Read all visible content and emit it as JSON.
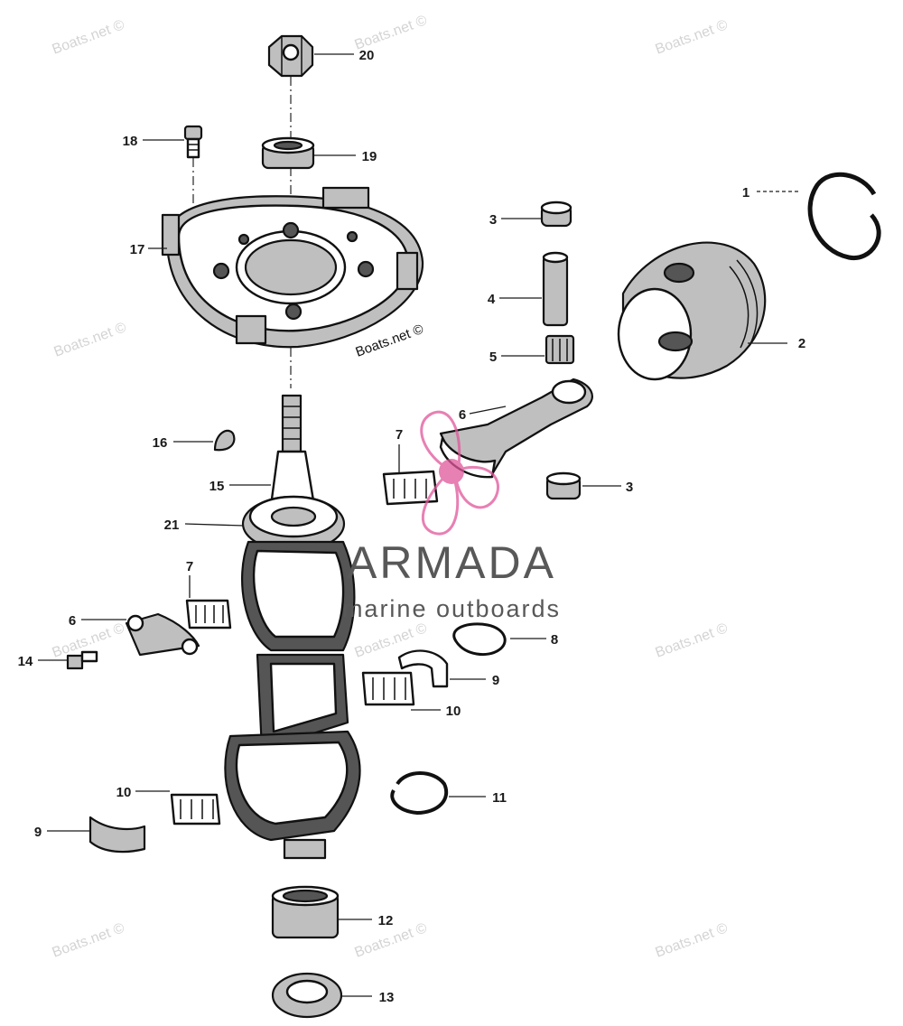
{
  "watermark": {
    "text": "Boats.net ©"
  },
  "logo": {
    "brand": "ARMADA",
    "tagline": "marine outboards",
    "colors": {
      "propeller": "#e0569a",
      "text": "#5a5a5a"
    }
  },
  "callouts": [
    {
      "id": "1",
      "label": "1"
    },
    {
      "id": "2",
      "label": "2"
    },
    {
      "id": "3a",
      "label": "3"
    },
    {
      "id": "3b",
      "label": "3"
    },
    {
      "id": "4",
      "label": "4"
    },
    {
      "id": "5",
      "label": "5"
    },
    {
      "id": "6a",
      "label": "6"
    },
    {
      "id": "6b",
      "label": "6"
    },
    {
      "id": "7a",
      "label": "7"
    },
    {
      "id": "7b",
      "label": "7"
    },
    {
      "id": "8",
      "label": "8"
    },
    {
      "id": "9a",
      "label": "9"
    },
    {
      "id": "9b",
      "label": "9"
    },
    {
      "id": "10a",
      "label": "10"
    },
    {
      "id": "10b",
      "label": "10"
    },
    {
      "id": "11",
      "label": "11"
    },
    {
      "id": "12",
      "label": "12"
    },
    {
      "id": "13",
      "label": "13"
    },
    {
      "id": "14",
      "label": "14"
    },
    {
      "id": "15",
      "label": "15"
    },
    {
      "id": "16",
      "label": "16"
    },
    {
      "id": "17",
      "label": "17"
    },
    {
      "id": "18",
      "label": "18"
    },
    {
      "id": "19",
      "label": "19"
    },
    {
      "id": "20",
      "label": "20"
    },
    {
      "id": "21",
      "label": "21"
    }
  ],
  "parts": [
    {
      "id": "piston-ring",
      "callout": "1",
      "icon": "ring-icon"
    },
    {
      "id": "piston",
      "callout": "2",
      "icon": "piston-icon"
    },
    {
      "id": "piston-pin-retainer",
      "callout": "3",
      "icon": "cup-icon"
    },
    {
      "id": "piston-pin",
      "callout": "4",
      "icon": "pin-icon"
    },
    {
      "id": "needle-bearing",
      "callout": "5",
      "icon": "bearing-icon"
    },
    {
      "id": "connecting-rod",
      "callout": "6",
      "icon": "rod-icon"
    },
    {
      "id": "rod-bearing-cage",
      "callout": "7",
      "icon": "bearing-icon"
    },
    {
      "id": "retaining-ring",
      "callout": "8",
      "icon": "ring-icon"
    },
    {
      "id": "bearing-race",
      "callout": "9",
      "icon": "race-icon"
    },
    {
      "id": "roller-bearing",
      "callout": "10",
      "icon": "bearing-icon"
    },
    {
      "id": "snap-ring",
      "callout": "11",
      "icon": "ring-icon"
    },
    {
      "id": "lower-bearing",
      "callout": "12",
      "icon": "bearing-icon"
    },
    {
      "id": "oil-seal",
      "callout": "13",
      "icon": "seal-icon"
    },
    {
      "id": "rod-bolt",
      "callout": "14",
      "icon": "bolt-icon"
    },
    {
      "id": "crankshaft",
      "callout": "15",
      "icon": "crankshaft-icon"
    },
    {
      "id": "woodruff-key",
      "callout": "16",
      "icon": "key-icon"
    },
    {
      "id": "upper-bearing-cage",
      "callout": "17",
      "icon": "cage-icon"
    },
    {
      "id": "screw",
      "callout": "18",
      "icon": "bolt-icon"
    },
    {
      "id": "upper-oil-seal",
      "callout": "19",
      "icon": "seal-icon"
    },
    {
      "id": "flywheel-nut",
      "callout": "20",
      "icon": "nut-icon"
    },
    {
      "id": "ball-bearing",
      "callout": "21",
      "icon": "bearing-icon"
    }
  ]
}
